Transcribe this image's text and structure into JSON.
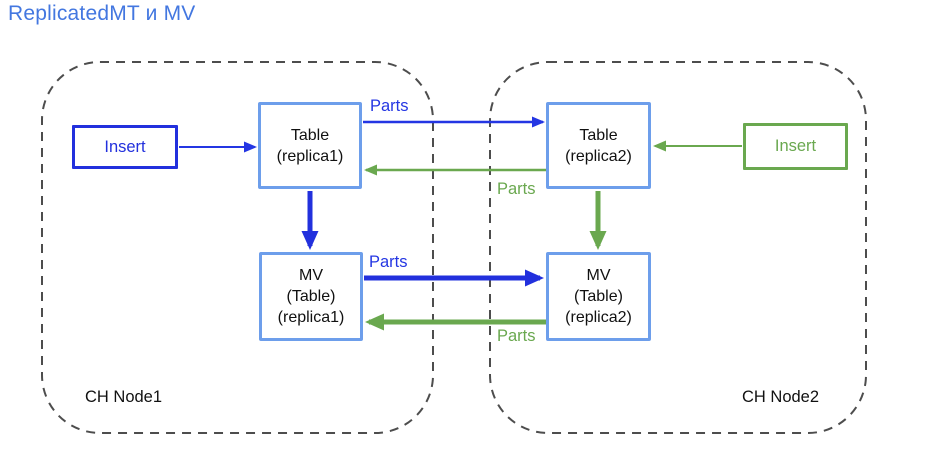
{
  "title": "ReplicatedMT и MV",
  "colors": {
    "title_blue": "#4377E0",
    "dark_blue": "#2230DD",
    "arrow_blue": "#2436E3",
    "box_border_light_blue": "#6D9EEB",
    "green": "#6AA84F",
    "dashed_gray": "#4D4D4D",
    "text_black": "#111111",
    "background": "#FFFFFF"
  },
  "nodes": {
    "node1": {
      "label": "CH Node1"
    },
    "node2": {
      "label": "CH Node2"
    }
  },
  "boxes": {
    "insert_left": {
      "label": "Insert"
    },
    "insert_right": {
      "label": "Insert"
    },
    "table_replica1": {
      "line1": "Table",
      "line2": "(replica1)"
    },
    "table_replica2": {
      "line1": "Table",
      "line2": "(replica2)"
    },
    "mv_replica1": {
      "line1": "MV",
      "line2": "(Table)",
      "line3": "(replica1)"
    },
    "mv_replica2": {
      "line1": "MV",
      "line2": "(Table)",
      "line3": "(replica2)"
    }
  },
  "edges": {
    "parts_tables_blue": {
      "label": "Parts",
      "direction": "table_replica1_to_table_replica2"
    },
    "parts_tables_green": {
      "label": "Parts",
      "direction": "table_replica2_to_table_replica1"
    },
    "parts_mv_blue": {
      "label": "Parts",
      "direction": "mv_replica1_to_mv_replica2"
    },
    "parts_mv_green": {
      "label": "Parts",
      "direction": "mv_replica2_to_mv_replica1"
    },
    "insert_left_arrow": {
      "direction": "insert_to_table_replica1"
    },
    "insert_right_arrow": {
      "direction": "insert_to_table_replica2"
    },
    "table1_to_mv1": {
      "direction": "down"
    },
    "table2_to_mv2": {
      "direction": "down"
    }
  }
}
